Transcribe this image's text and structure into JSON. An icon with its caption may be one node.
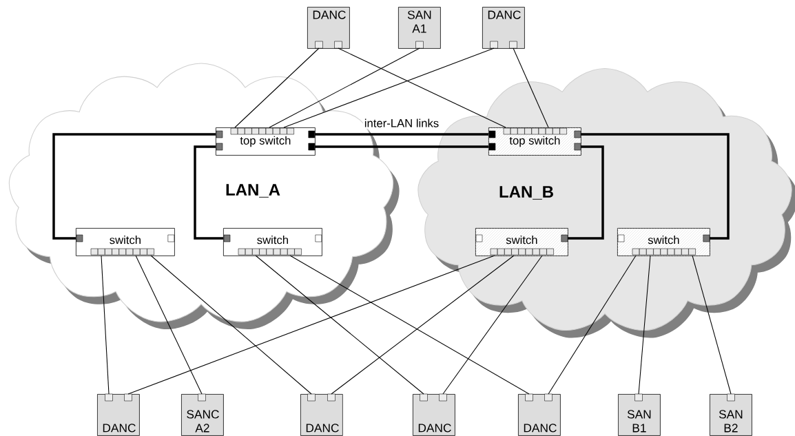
{
  "diagram": {
    "nodes": [
      {
        "text": [
          "LAN_A"
        ]
      },
      {
        "text": [
          "LAN_B"
        ]
      },
      {
        "text": [
          "DANC"
        ]
      },
      {
        "text": [
          "SAN A1"
        ]
      },
      {
        "text": [
          "DANC"
        ]
      },
      {
        "text": [
          "top switch"
        ],
        "in": 0
      },
      {
        "text": [
          "top switch"
        ],
        "in": 1
      },
      {
        "text": [
          "switch"
        ],
        "in": 0
      },
      {
        "text": [
          "switch"
        ],
        "in": 0
      },
      {
        "text": [
          "switch"
        ],
        "in": 1
      },
      {
        "text": [
          "switch"
        ],
        "in": 1
      },
      {
        "text": [
          "DANC"
        ]
      },
      {
        "text": [
          "SANC A2"
        ]
      },
      {
        "text": [
          "DANC"
        ]
      },
      {
        "text": [
          "DANC"
        ]
      },
      {
        "text": [
          "DANC"
        ]
      },
      {
        "text": [
          "SAN B1"
        ]
      },
      {
        "text": [
          "SAN B2"
        ]
      }
    ],
    "edges": [
      {
        "from": 5,
        "to": 6,
        "arrow": "none",
        "style": "thick",
        "label": "inter-LAN links"
      },
      {
        "from": 5,
        "to": 6,
        "arrow": "none",
        "style": "thick"
      },
      {
        "from": 5,
        "to": 7,
        "arrow": "none",
        "style": "thick"
      },
      {
        "from": 5,
        "to": 8,
        "arrow": "none",
        "style": "thick"
      },
      {
        "from": 6,
        "to": 10,
        "arrow": "none",
        "style": "thick"
      },
      {
        "from": 6,
        "to": 9,
        "arrow": "none",
        "style": "thick"
      },
      {
        "from": 2,
        "to": 5,
        "arrow": "none"
      },
      {
        "from": 2,
        "to": 6,
        "arrow": "none"
      },
      {
        "from": 3,
        "to": 5,
        "arrow": "none"
      },
      {
        "from": 4,
        "to": 5,
        "arrow": "none"
      },
      {
        "from": 4,
        "to": 6,
        "arrow": "none"
      },
      {
        "from": 7,
        "to": 11,
        "arrow": "none"
      },
      {
        "from": 7,
        "to": 12,
        "arrow": "none"
      },
      {
        "from": 7,
        "to": 13,
        "arrow": "none"
      },
      {
        "from": 8,
        "to": 14,
        "arrow": "none"
      },
      {
        "from": 8,
        "to": 15,
        "arrow": "none"
      },
      {
        "from": 9,
        "to": 11,
        "arrow": "none"
      },
      {
        "from": 9,
        "to": 13,
        "arrow": "none"
      },
      {
        "from": 9,
        "to": 14,
        "arrow": "none"
      },
      {
        "from": 10,
        "to": 15,
        "arrow": "none"
      },
      {
        "from": 10,
        "to": 16,
        "arrow": "none"
      },
      {
        "from": 10,
        "to": 17,
        "arrow": "none"
      }
    ]
  }
}
